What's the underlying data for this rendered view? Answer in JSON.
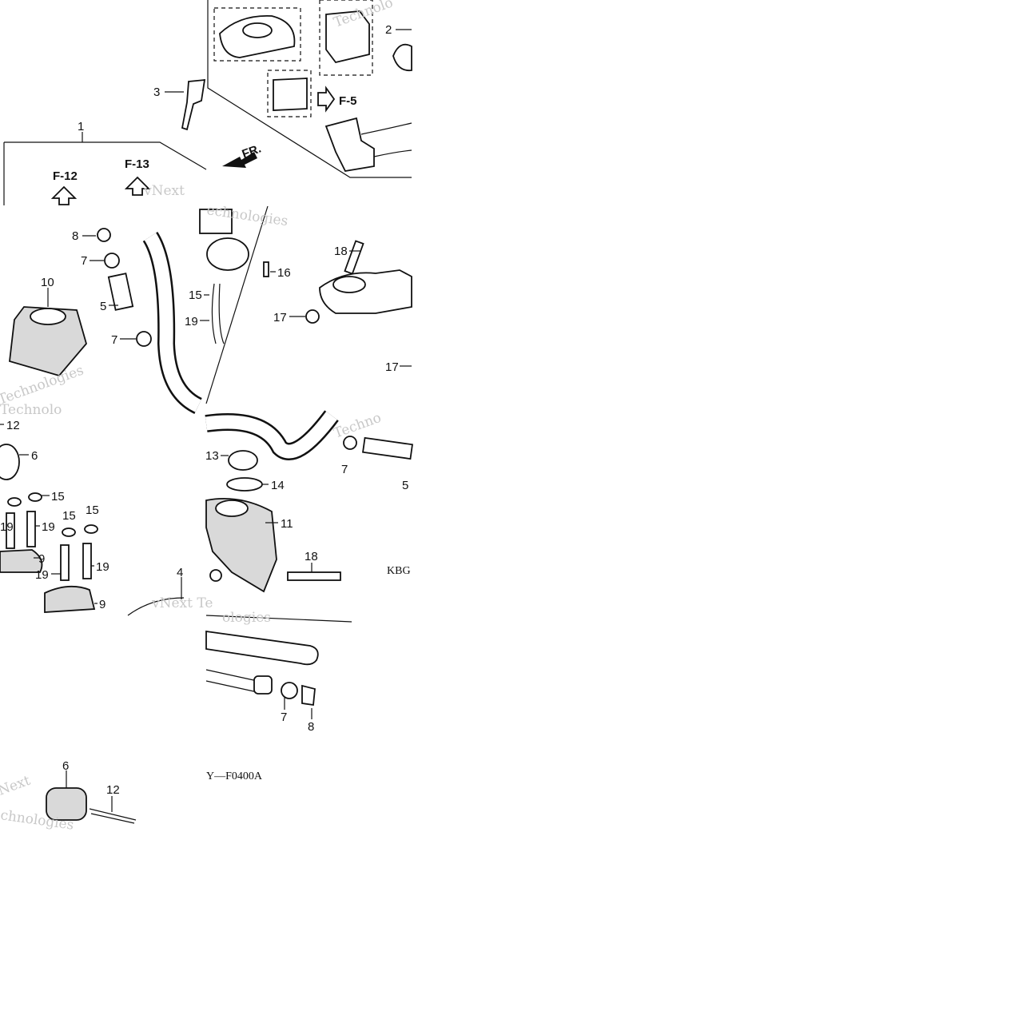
{
  "diagram": {
    "callouts": [
      "1",
      "2",
      "3",
      "4",
      "5",
      "5",
      "6",
      "6",
      "7",
      "7",
      "7",
      "7",
      "8",
      "8",
      "9",
      "9",
      "10",
      "11",
      "12",
      "12",
      "13",
      "14",
      "15",
      "15",
      "15",
      "15",
      "16",
      "17",
      "17",
      "18",
      "18",
      "19",
      "19",
      "19",
      "19",
      "19"
    ],
    "references": [
      "F-12",
      "F-13",
      "F-5"
    ],
    "direction_label": "FR.",
    "code_left": "Y—F0400A",
    "code_right": "KBG",
    "watermarks": [
      "vNext",
      "Technologies",
      "Techno",
      "Technolo",
      "vNext Te",
      "ologies",
      "echnologies",
      "chnologies",
      "Next",
      "Technolo"
    ]
  }
}
